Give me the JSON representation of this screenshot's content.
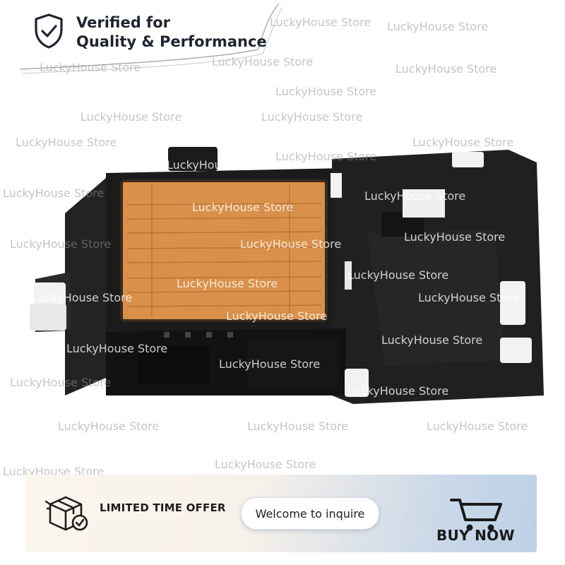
{
  "badge": {
    "line1": "Verified for",
    "line2": "Quality & Performance"
  },
  "watermark": {
    "text": "LuckyHouse Store"
  },
  "banner": {
    "offer_text": "LIMITED TIME OFFER",
    "inquire_label": "Welcome to inquire",
    "buy_label": "BUY NOW"
  },
  "colors": {
    "chip_orange": "#d9904a",
    "body_black": "#1b1b1b",
    "clip_white": "#f2f2f2",
    "badge_text": "#1f2530"
  },
  "icons": [
    "shield-check-icon",
    "package-check-icon",
    "shopping-cart-icon"
  ]
}
